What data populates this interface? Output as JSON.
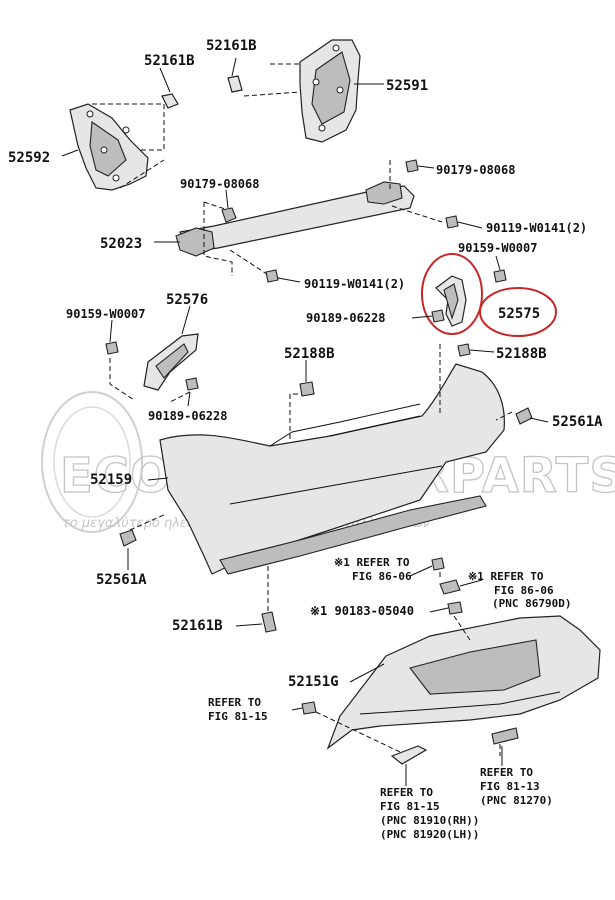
{
  "labels": {
    "p52161B_top_left": "52161B",
    "p52161B_top": "52161B",
    "p52591": "52591",
    "p52592": "52592",
    "p90179_08068_right": "90179-08068",
    "p90179_08068_left": "90179-08068",
    "p90119_w0141_right": "90119-W0141(2)",
    "p52023": "52023",
    "p90159_w0007_right": "90159-W0007",
    "p90119_w0141_left": "90119-W0141(2)",
    "p52575": "52575",
    "p90189_06228_right": "90189-06228",
    "p90159_w0007_left": "90159-W0007",
    "p52576": "52576",
    "p52188B_left": "52188B",
    "p52188B_right": "52188B",
    "p90189_06228_left": "90189-06228",
    "p52561A_right": "52561A",
    "p52159": "52159",
    "p52561A_left": "52561A",
    "ref1_line1": "※1 REFER TO",
    "ref1_line2": "FIG 86-06",
    "ref2_line1": "※1 REFER TO",
    "ref2_line2": "FIG 86-06",
    "ref2_pnc": "(PNC 86790D)",
    "p90183_05040": "※1 90183-05040",
    "p52161B_bottom": "52161B",
    "p52151G": "52151G",
    "ref3_line1": "REFER TO",
    "ref3_line2": "FIG 81-15",
    "ref4_line1": "REFER TO",
    "ref4_line2": "FIG 81-15",
    "ref4_pnc1": "(PNC 81910(RH))",
    "ref4_pnc2": "(PNC 81920(LH))",
    "ref5_line1": "REFER TO",
    "ref5_line2": "FIG 81-13",
    "ref5_pnc": "(PNC 81270)"
  },
  "watermark": {
    "logo": "ECONOMYCARPARTS.GR",
    "tagline": "το μεγαλύτερο ηλεκτρονικό κατάστημα ανταλλακτικών"
  },
  "colors": {
    "highlight": "#c62828",
    "line": "#111111",
    "part_fill": "#e6e6e6"
  }
}
